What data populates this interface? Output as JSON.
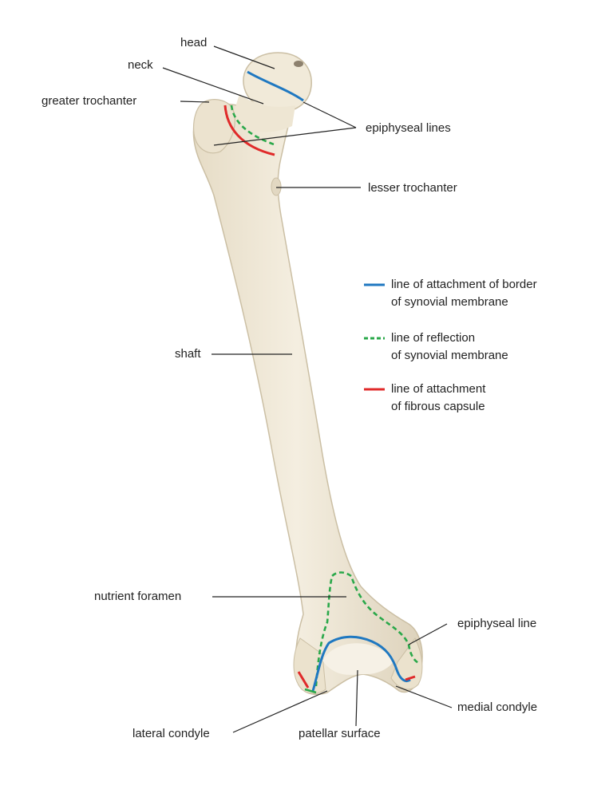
{
  "labels": {
    "head": "head",
    "neck": "neck",
    "greater_trochanter": "greater trochanter",
    "epiphyseal_lines": "epiphyseal lines",
    "lesser_trochanter": "lesser trochanter",
    "shaft": "shaft",
    "nutrient_foramen": "nutrient foramen",
    "epiphyseal_line": "epiphyseal line",
    "medial_condyle": "medial condyle",
    "lateral_condyle": "lateral condyle",
    "patellar_surface": "patellar surface"
  },
  "legend": [
    {
      "line1": "line of attachment of border",
      "line2": "of synovial membrane",
      "style": "solid",
      "color": "#1f78c1"
    },
    {
      "line1": "line of reflection",
      "line2": "of synovial membrane",
      "style": "dashed",
      "color": "#2aa84a"
    },
    {
      "line1": "line of attachment",
      "line2": "of fibrous capsule",
      "style": "solid",
      "color": "#e02a2a"
    }
  ],
  "colors": {
    "bone": "#efe7d6",
    "bone_shadow": "#d9cfb8",
    "bone_outline": "#cbbfa4",
    "synovial_border": "#1f78c1",
    "synovial_reflection": "#2aa84a",
    "fibrous_capsule": "#e02a2a",
    "leader_line": "#222222"
  }
}
